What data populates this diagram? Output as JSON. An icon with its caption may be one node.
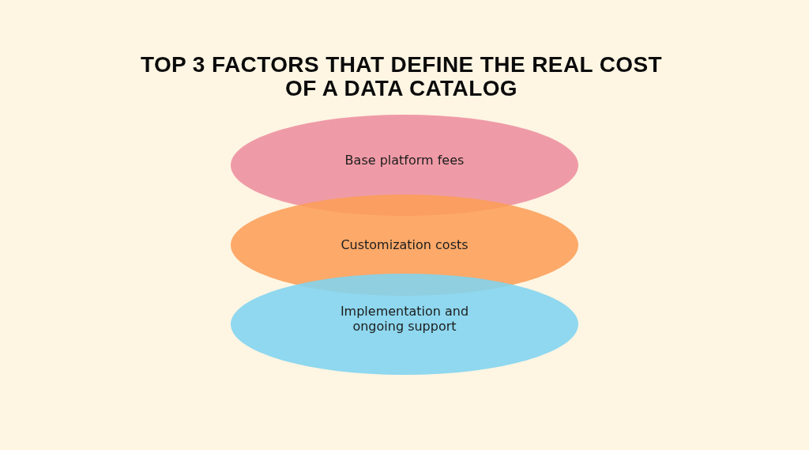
{
  "diagram": {
    "title": "TOP 3 FACTORS THAT DEFINE THE REAL COST OF A DATA CATALOG",
    "nodes": [
      {
        "text": [
          "Base platform fees"
        ]
      },
      {
        "text": [
          "Customization costs"
        ]
      },
      {
        "text": [
          "Implementation and ongoing support"
        ]
      }
    ]
  }
}
